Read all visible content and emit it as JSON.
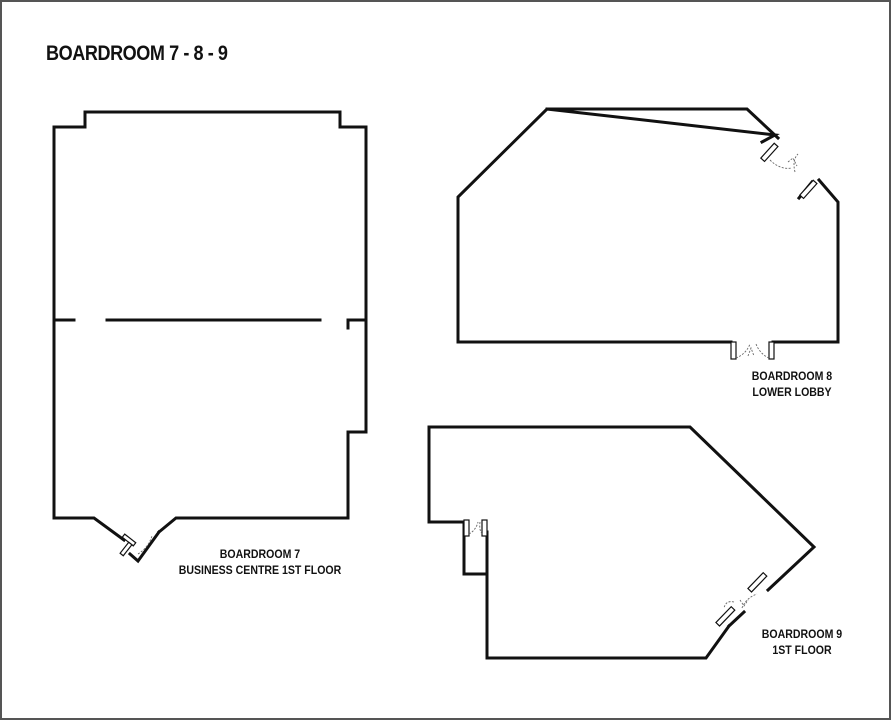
{
  "title": "BOARDROOM 7 - 8 - 9",
  "rooms": {
    "boardroom7": {
      "name": "BOARDROOM 7",
      "location": "BUSINESS CENTRE 1ST FLOOR"
    },
    "boardroom8": {
      "name": "BOARDROOM 8",
      "location": "LOWER LOBBY"
    },
    "boardroom9": {
      "name": "BOARDROOM 9",
      "location": "1ST FLOOR"
    }
  },
  "colors": {
    "wall": "#111111",
    "background": "#ffffff",
    "border": "#555555"
  }
}
